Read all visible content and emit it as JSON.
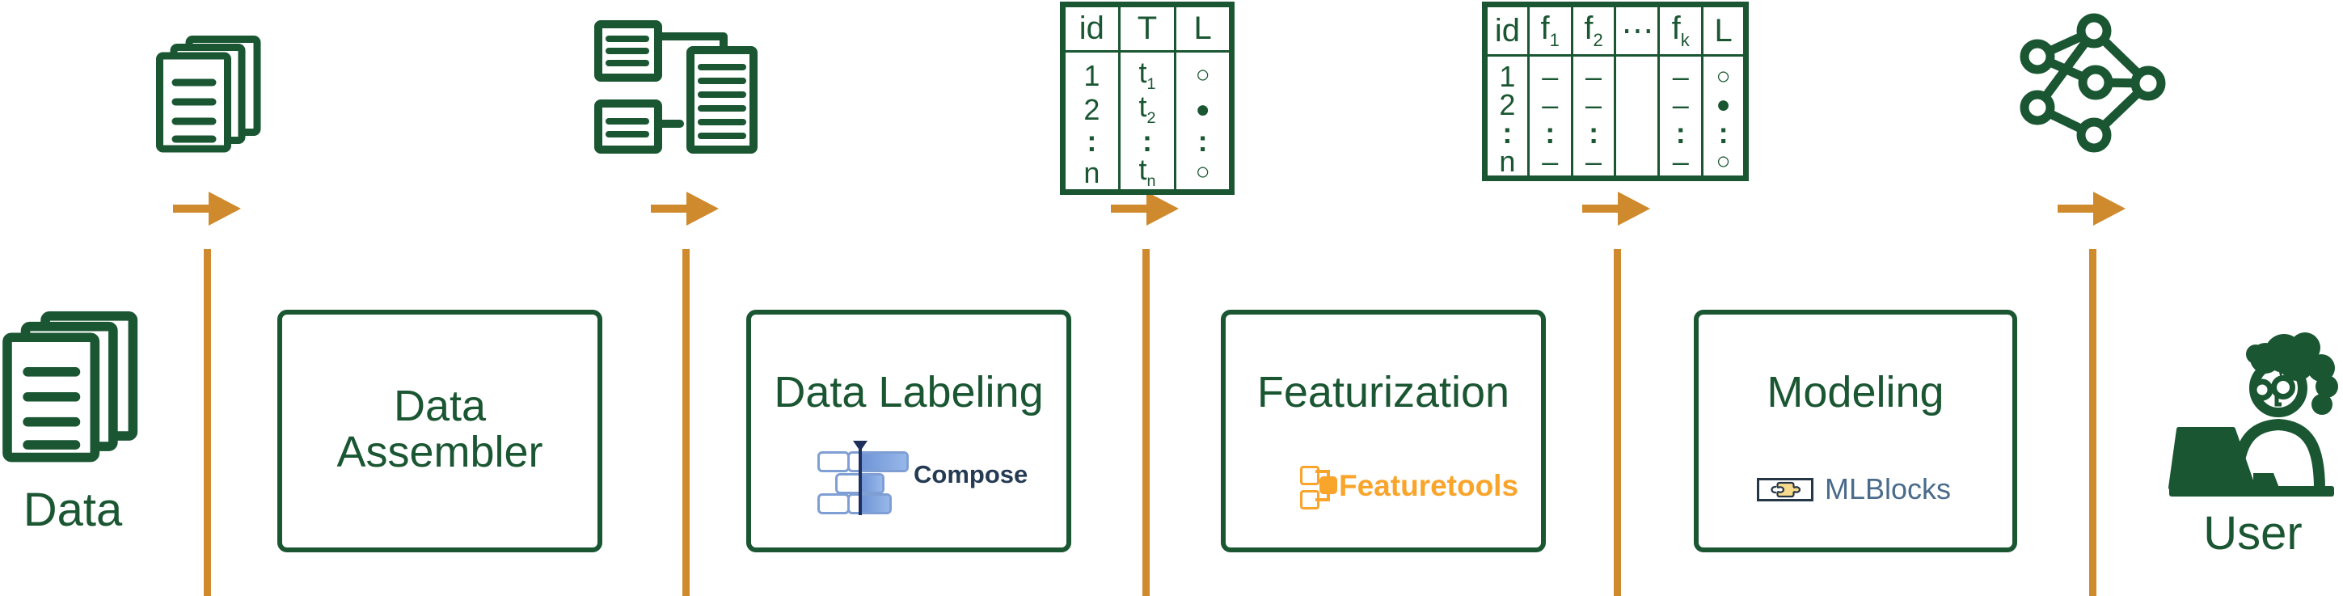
{
  "palette": {
    "green": "#1a5632",
    "orange": "#cf8a2d",
    "compose_navy": "#1e2f5c",
    "compose_blue": "#7f9fd4",
    "compose_text": "#243b53",
    "featuretools_orange": "#f9a42a",
    "mlblocks_border": "#253746",
    "mlblocks_fill": "#f8da8c",
    "mlblocks_text": "#4a6b8c"
  },
  "labels": {
    "data": "Data",
    "user": "User"
  },
  "boxes": [
    {
      "line1": "Data",
      "line2": "Assembler"
    },
    {
      "line1": "Data Labeling",
      "line2": ""
    },
    {
      "line1": "Featurization",
      "line2": ""
    },
    {
      "line1": "Modeling",
      "line2": ""
    }
  ],
  "logos": {
    "compose": {
      "text": "Compose"
    },
    "featuretools": {
      "text": "Featuretools"
    },
    "mlblocks": {
      "text": "MLBlocks"
    }
  },
  "tables": [
    {
      "name": "labeled-data-table",
      "headers": [
        "id",
        "T",
        "L"
      ],
      "rows": [
        [
          "1",
          "t_1",
          "○"
        ],
        [
          "2",
          "t_2",
          "●"
        ],
        [
          ":",
          ":",
          ":"
        ],
        [
          "n",
          "t_n",
          "○"
        ]
      ]
    },
    {
      "name": "feature-matrix-table",
      "headers": [
        "id",
        "f_1",
        "f_2",
        "⋯",
        "f_k",
        "L"
      ],
      "rows": [
        [
          "1",
          "–",
          "–",
          "",
          "–",
          "○"
        ],
        [
          "2",
          "–",
          "–",
          "",
          "–",
          "●"
        ],
        [
          ":",
          ":",
          ":",
          "",
          ":",
          ":"
        ],
        [
          "n",
          "–",
          "–",
          "",
          "–",
          "○"
        ]
      ]
    }
  ],
  "icons": {
    "flow_top": [
      "documents-stack",
      "documents-merge",
      "labeled-data-table",
      "feature-matrix-table",
      "neural-network"
    ],
    "endpoints": [
      "data-documents",
      "user-at-laptop"
    ]
  }
}
